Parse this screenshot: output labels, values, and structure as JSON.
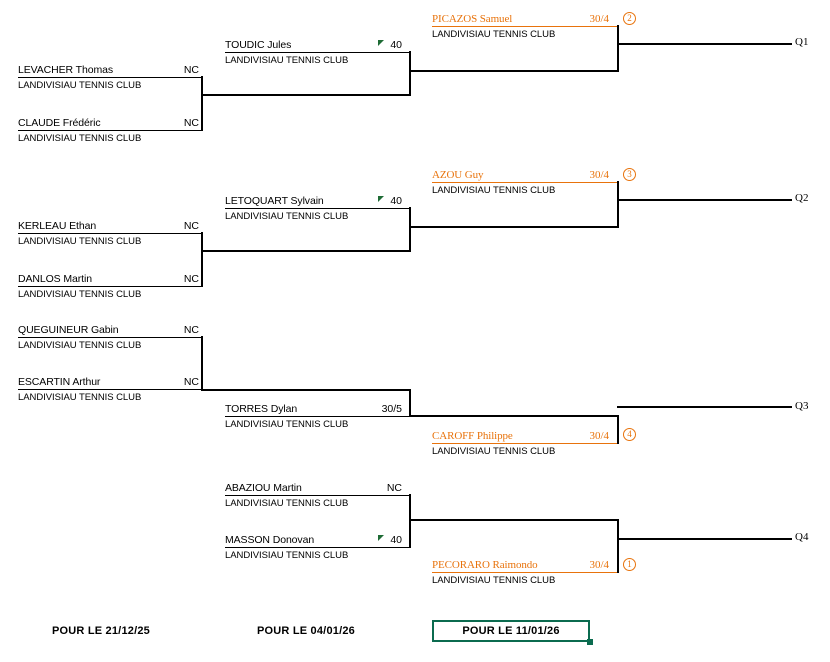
{
  "tournament": {
    "club": "LANDIVISIAU TENNIS CLUB"
  },
  "rounds": {
    "round1": {
      "matches": [
        {
          "players": [
            {
              "name": "LEVACHER Thomas",
              "rank": "NC",
              "club": "LANDIVISIAU TENNIS CLUB",
              "flag": false
            },
            {
              "name": "CLAUDE Frédéric",
              "rank": "NC",
              "club": "LANDIVISIAU TENNIS CLUB",
              "flag": false
            }
          ]
        },
        {
          "players": [
            {
              "name": "KERLEAU Ethan",
              "rank": "NC",
              "club": "LANDIVISIAU TENNIS CLUB",
              "flag": false
            },
            {
              "name": "DANLOS Martin",
              "rank": "NC",
              "club": "LANDIVISIAU TENNIS CLUB",
              "flag": false
            }
          ]
        },
        {
          "players": [
            {
              "name": "QUEGUINEUR Gabin",
              "rank": "NC",
              "club": "LANDIVISIAU TENNIS CLUB",
              "flag": false
            },
            {
              "name": "ESCARTIN Arthur",
              "rank": "NC",
              "club": "LANDIVISIAU TENNIS CLUB",
              "flag": false
            }
          ]
        }
      ]
    },
    "round2": {
      "entries": [
        {
          "name": "TOUDIC Jules",
          "rank": "40",
          "club": "LANDIVISIAU TENNIS CLUB",
          "flag": true
        },
        {
          "name": "LETOQUART Sylvain",
          "rank": "40",
          "club": "LANDIVISIAU TENNIS CLUB",
          "flag": true
        },
        {
          "name": "TORRES Dylan",
          "rank": "30/5",
          "club": "LANDIVISIAU TENNIS CLUB",
          "flag": false
        },
        {
          "name": "ABAZIOU Martin",
          "rank": "NC",
          "club": "LANDIVISIAU TENNIS CLUB",
          "flag": false
        },
        {
          "name": "MASSON Donovan",
          "rank": "40",
          "club": "LANDIVISIAU TENNIS CLUB",
          "flag": true
        }
      ]
    },
    "round3": {
      "entries": [
        {
          "name": "PICAZOS Samuel",
          "rank": "30/4",
          "club": "LANDIVISIAU TENNIS CLUB",
          "seed": "2"
        },
        {
          "name": "AZOU Guy",
          "rank": "30/4",
          "club": "LANDIVISIAU TENNIS CLUB",
          "seed": "3"
        },
        {
          "name": "CAROFF Philippe",
          "rank": "30/4",
          "club": "LANDIVISIAU TENNIS CLUB",
          "seed": "4"
        },
        {
          "name": "PECORARO Raimondo",
          "rank": "30/4",
          "club": "LANDIVISIAU TENNIS CLUB",
          "seed": "1"
        }
      ]
    }
  },
  "qualifiers": [
    {
      "label": "Q1"
    },
    {
      "label": "Q2"
    },
    {
      "label": "Q3"
    },
    {
      "label": "Q4"
    }
  ],
  "footer": {
    "dates": [
      {
        "text": "POUR LE 21/12/25",
        "selected": false
      },
      {
        "text": "POUR LE 04/01/26",
        "selected": false
      },
      {
        "text": "POUR LE 11/01/26",
        "selected": true
      }
    ]
  },
  "colors": {
    "qualified": "#E8730C",
    "flag": "#1E6B35",
    "selection": "#0B6B4F",
    "line": "#000000"
  }
}
